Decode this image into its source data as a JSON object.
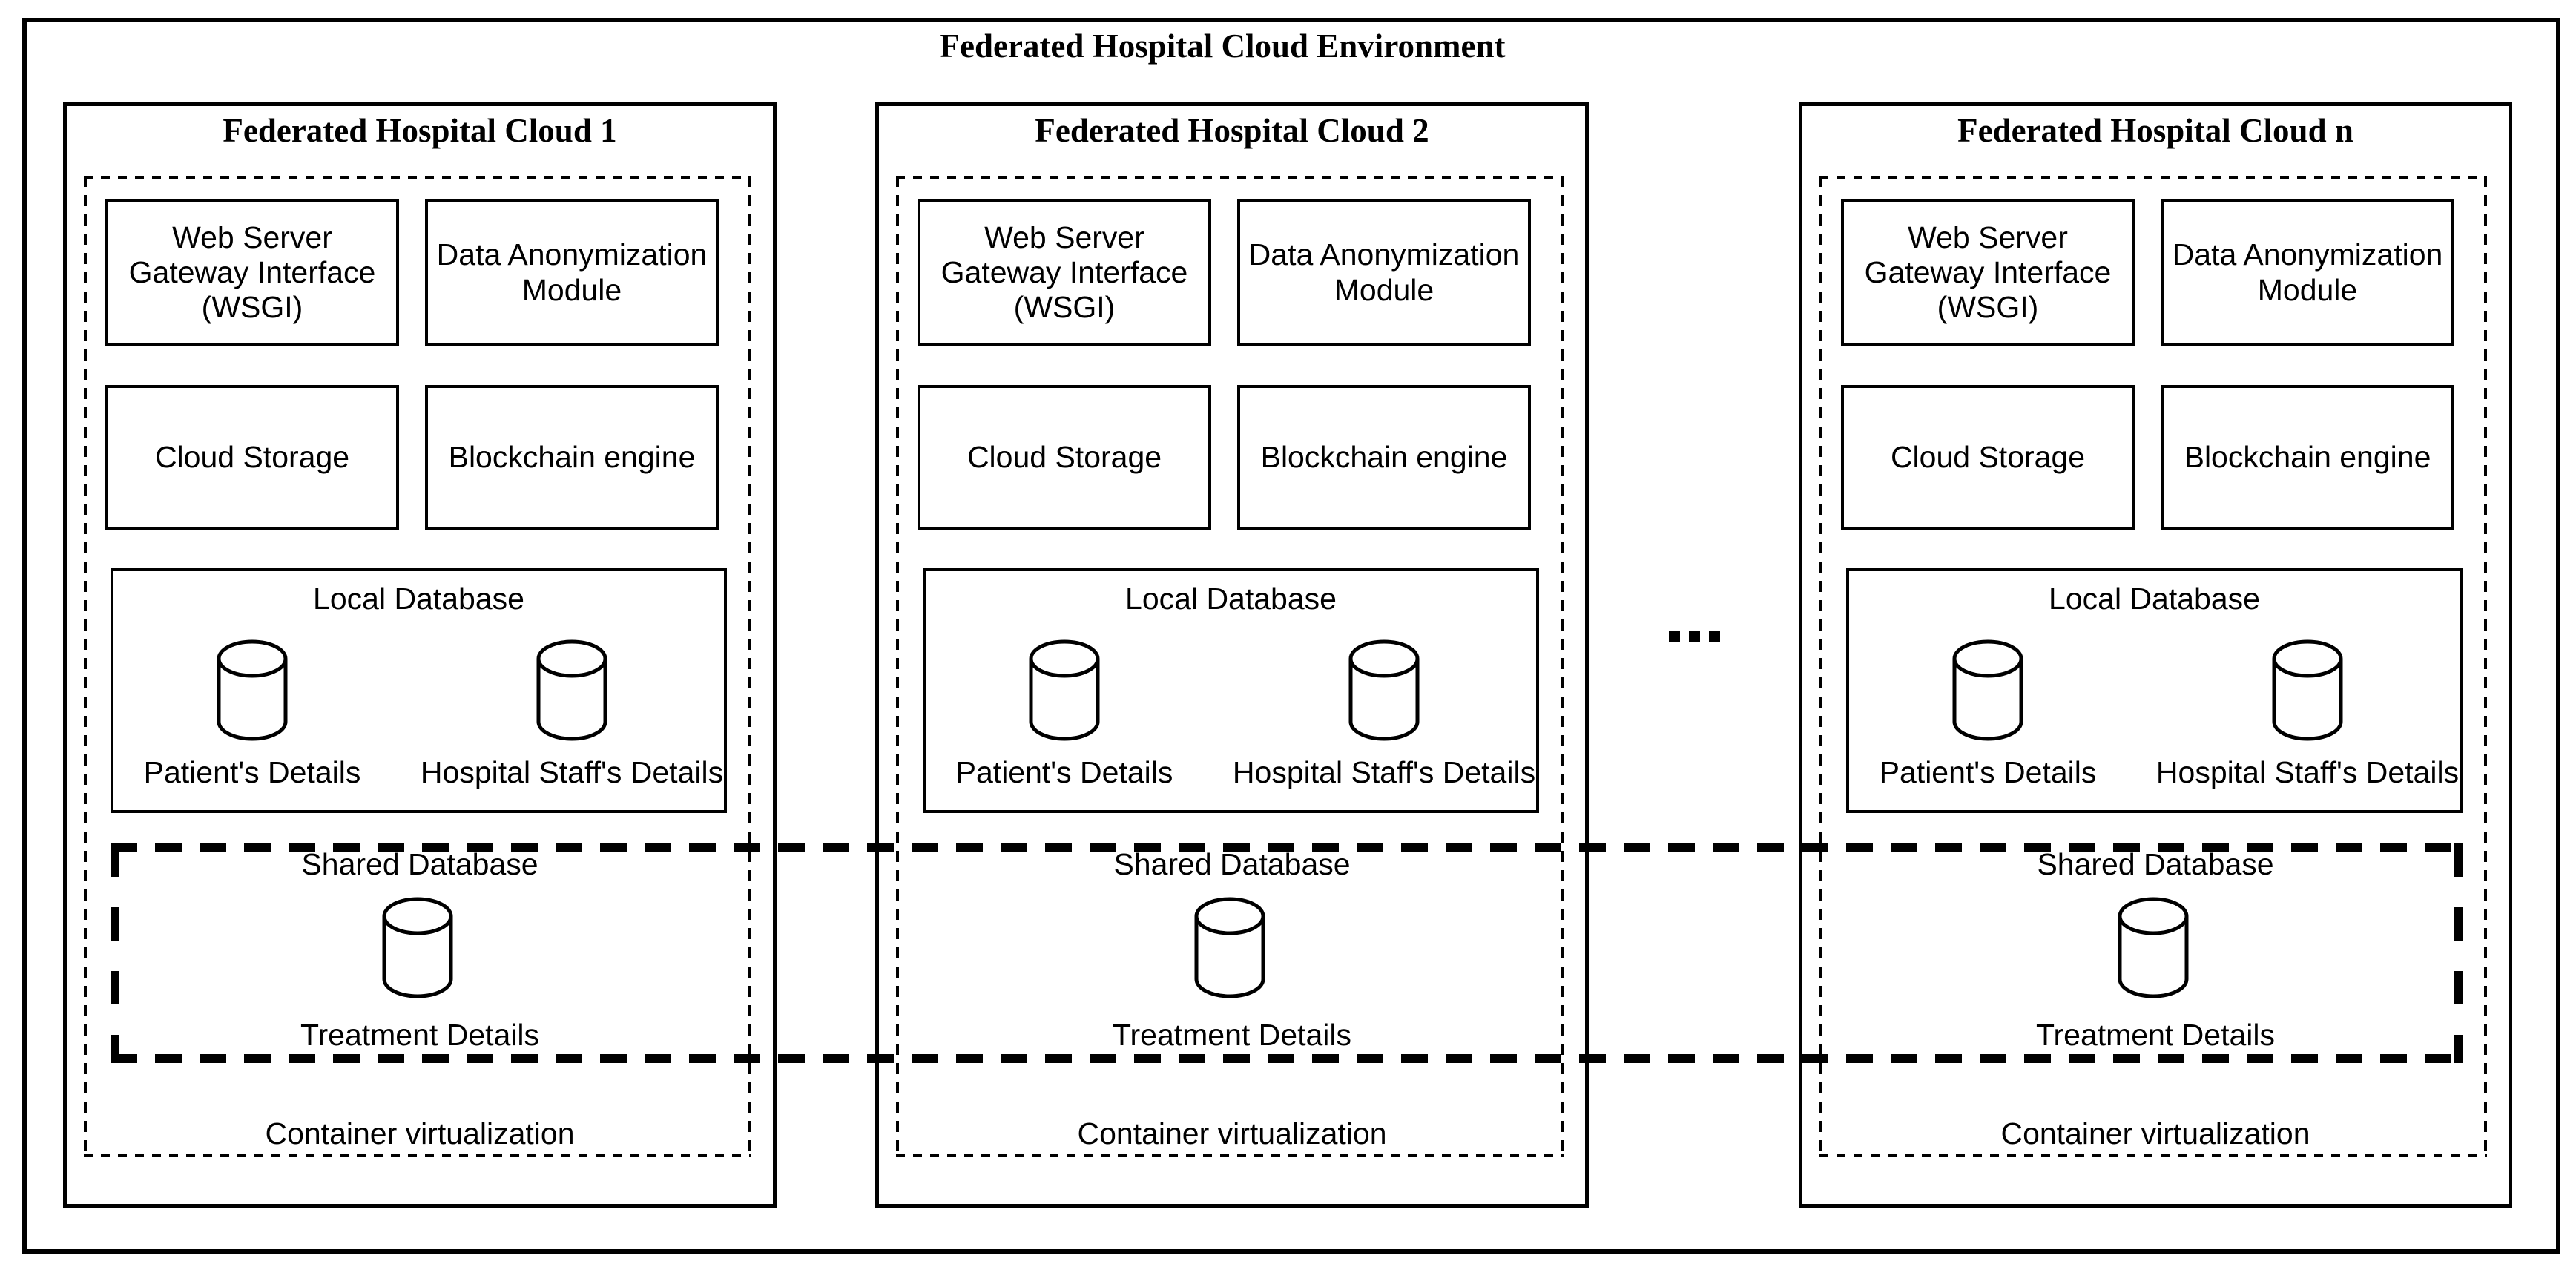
{
  "page": {
    "background": "#ffffff",
    "ink": "#000000"
  },
  "environment": {
    "title": "Federated Hospital Cloud Environment",
    "ellipsis": "...",
    "clouds": [
      {
        "title": "Federated Hospital Cloud 1",
        "modules": {
          "wsgi": "Web Server Gateway Interface (WSGI)",
          "anonymization": "Data Anonymization Module",
          "storage": "Cloud Storage",
          "blockchain": "Blockchain engine"
        },
        "local_db": {
          "title": "Local Database",
          "items": [
            "Patient's Details",
            "Hospital Staff's Details"
          ]
        },
        "shared_db": {
          "title": "Shared Database",
          "item": "Treatment Details"
        },
        "container_label": "Container virtualization"
      },
      {
        "title": "Federated Hospital Cloud 2",
        "modules": {
          "wsgi": "Web Server Gateway Interface (WSGI)",
          "anonymization": "Data Anonymization Module",
          "storage": "Cloud Storage",
          "blockchain": "Blockchain engine"
        },
        "local_db": {
          "title": "Local Database",
          "items": [
            "Patient's Details",
            "Hospital Staff's Details"
          ]
        },
        "shared_db": {
          "title": "Shared Database",
          "item": "Treatment Details"
        },
        "container_label": "Container virtualization"
      },
      {
        "title": "Federated Hospital Cloud n",
        "modules": {
          "wsgi": "Web Server Gateway Interface (WSGI)",
          "anonymization": "Data Anonymization Module",
          "storage": "Cloud Storage",
          "blockchain": "Blockchain engine"
        },
        "local_db": {
          "title": "Local Database",
          "items": [
            "Patient's Details",
            "Hospital Staff's Details"
          ]
        },
        "shared_db": {
          "title": "Shared Database",
          "item": "Treatment Details"
        },
        "container_label": "Container virtualization"
      }
    ]
  }
}
